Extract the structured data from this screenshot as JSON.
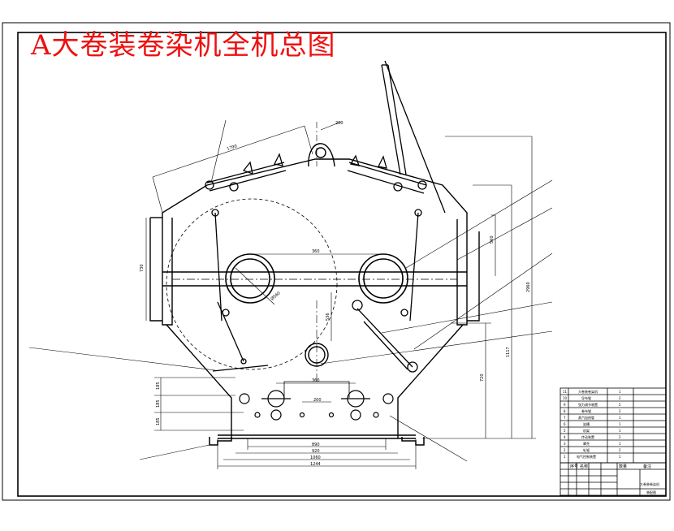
{
  "drawing": {
    "title": "A大卷装卷染机全机总图",
    "title_color": "#ee1111",
    "line_color": "#000000",
    "background": "#ffffff"
  },
  "labels": {
    "top_dim": "1790",
    "left_side": "730",
    "center_width": "360",
    "right_dim_1": "2960",
    "right_dim_2": "1117",
    "right_dim_3": "720",
    "right_dim_4": "560",
    "roll_dia": "Ø560",
    "mid_dim": "200",
    "vertical_dim": "536",
    "box_width": "360",
    "small_dim": "200",
    "left_dims": [
      "185",
      "185",
      "185"
    ],
    "bottom_dims": [
      "890",
      "920",
      "1060",
      "1244"
    ]
  },
  "parts_list": {
    "rows": [
      {
        "no": "11",
        "name": "大卷装卷染机",
        "qty": "1",
        "remark": ""
      },
      {
        "no": "10",
        "name": "导布辊",
        "qty": "2",
        "remark": ""
      },
      {
        "no": "9",
        "name": "张力调节装置",
        "qty": "2",
        "remark": ""
      },
      {
        "no": "8",
        "name": "卷布辊",
        "qty": "2",
        "remark": ""
      },
      {
        "no": "7",
        "name": "蒸汽加热管",
        "qty": "1",
        "remark": ""
      },
      {
        "no": "6",
        "name": "染槽",
        "qty": "1",
        "remark": ""
      },
      {
        "no": "5",
        "name": "机架",
        "qty": "1",
        "remark": ""
      },
      {
        "no": "4",
        "name": "传动装置",
        "qty": "2",
        "remark": ""
      },
      {
        "no": "3",
        "name": "罩壳",
        "qty": "1",
        "remark": ""
      },
      {
        "no": "2",
        "name": "轧辊",
        "qty": "2",
        "remark": ""
      },
      {
        "no": "1",
        "name": "电气控制装置",
        "qty": "1",
        "remark": ""
      }
    ],
    "header": {
      "no": "序号",
      "name": "名称",
      "qty": "数量",
      "remark": "备注"
    }
  },
  "title_block": {
    "drawing_name": "大卷装卷染机",
    "code": "装配图"
  }
}
